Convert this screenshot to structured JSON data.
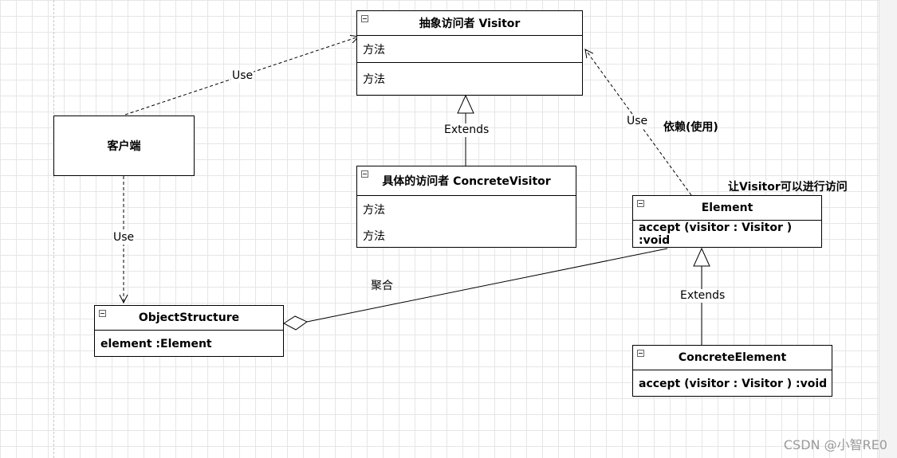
{
  "classes": {
    "visitor": {
      "name": "抽象访问者   Visitor",
      "fields": [
        "方法"
      ],
      "methods": [
        "方法"
      ]
    },
    "concrete_visitor": {
      "name": "具体的访问者     ConcreteVisitor",
      "methods": [
        "方法",
        "方法"
      ]
    },
    "element": {
      "name": "Element",
      "methods": [
        "accept (visitor : Visitor )  :void"
      ]
    },
    "concrete_element": {
      "name": "ConcreteElement",
      "methods": [
        "accept (visitor : Visitor )  :void"
      ]
    },
    "object_structure": {
      "name": "ObjectStructure",
      "fields": [
        "element :Element"
      ]
    }
  },
  "client": {
    "label": "客户端"
  },
  "edges": {
    "client_use_visitor": "Use",
    "visitor_extends": "Extends",
    "element_use_visitor": "Use",
    "client_use_object_structure": "Use",
    "aggregation": "聚合",
    "element_extends": "Extends"
  },
  "notes": {
    "dependency": "依赖(使用)",
    "allow_visit": "让Visitor可以进行访问"
  },
  "watermark": "CSDN @小智RE0",
  "colors": {
    "line": "#000000",
    "grid": "#e6e6e6"
  }
}
